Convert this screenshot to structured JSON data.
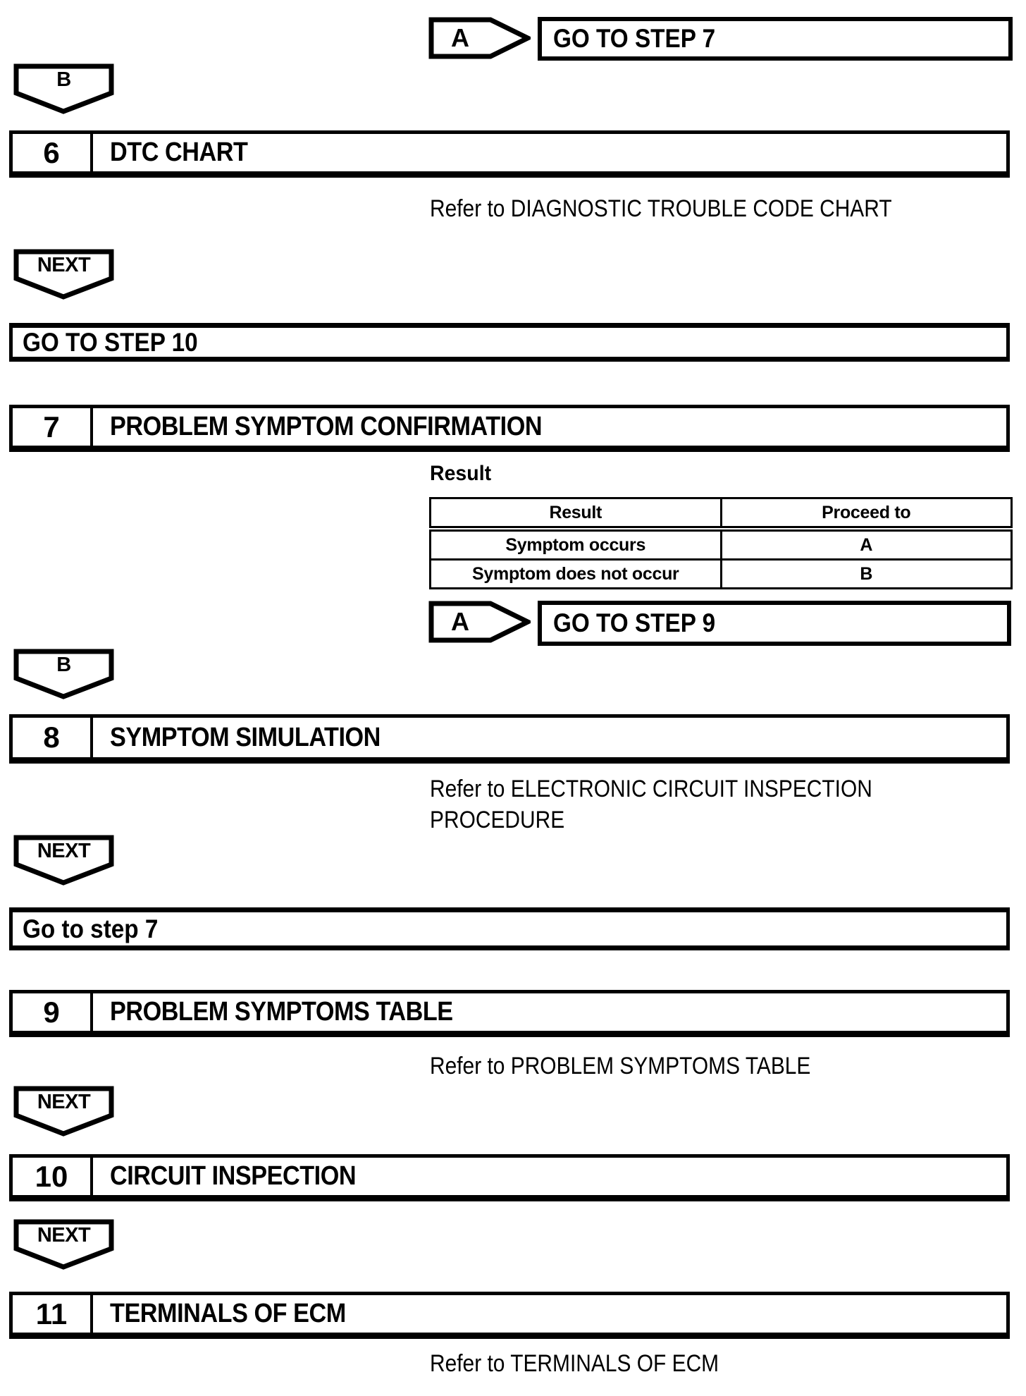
{
  "document": {
    "connectors": [
      {
        "label": "A",
        "action": "GO TO STEP 7"
      },
      {
        "label": "A",
        "action": "GO TO STEP 9"
      }
    ],
    "offpage_tags": [
      "B",
      "B"
    ],
    "next_labels": [
      "NEXT",
      "NEXT",
      "NEXT",
      "NEXT"
    ],
    "actions": [
      "GO TO STEP 10",
      "Go to step 7"
    ],
    "steps": [
      {
        "number": "6",
        "title": "DTC CHART",
        "note": "Refer to DIAGNOSTIC TROUBLE CODE CHART"
      },
      {
        "number": "7",
        "title": "PROBLEM SYMPTOM CONFIRMATION"
      },
      {
        "number": "8",
        "title": "SYMPTOM SIMULATION",
        "note_line1": "Refer to ELECTRONIC CIRCUIT INSPECTION",
        "note_line2": "PROCEDURE"
      },
      {
        "number": "9",
        "title": "PROBLEM SYMPTOMS TABLE",
        "note": "Refer to PROBLEM SYMPTOMS TABLE"
      },
      {
        "number": "10",
        "title": "CIRCUIT INSPECTION"
      },
      {
        "number": "11",
        "title": "TERMINALS OF ECM",
        "note": "Refer to TERMINALS OF ECM"
      }
    ],
    "result_section": {
      "heading": "Result",
      "table": {
        "headers": [
          "Result",
          "Proceed to"
        ],
        "rows": [
          [
            "Symptom occurs",
            "A"
          ],
          [
            "Symptom does not occur",
            "B"
          ]
        ]
      }
    },
    "colors": {
      "ink": "#000000",
      "paper": "#ffffff"
    }
  }
}
